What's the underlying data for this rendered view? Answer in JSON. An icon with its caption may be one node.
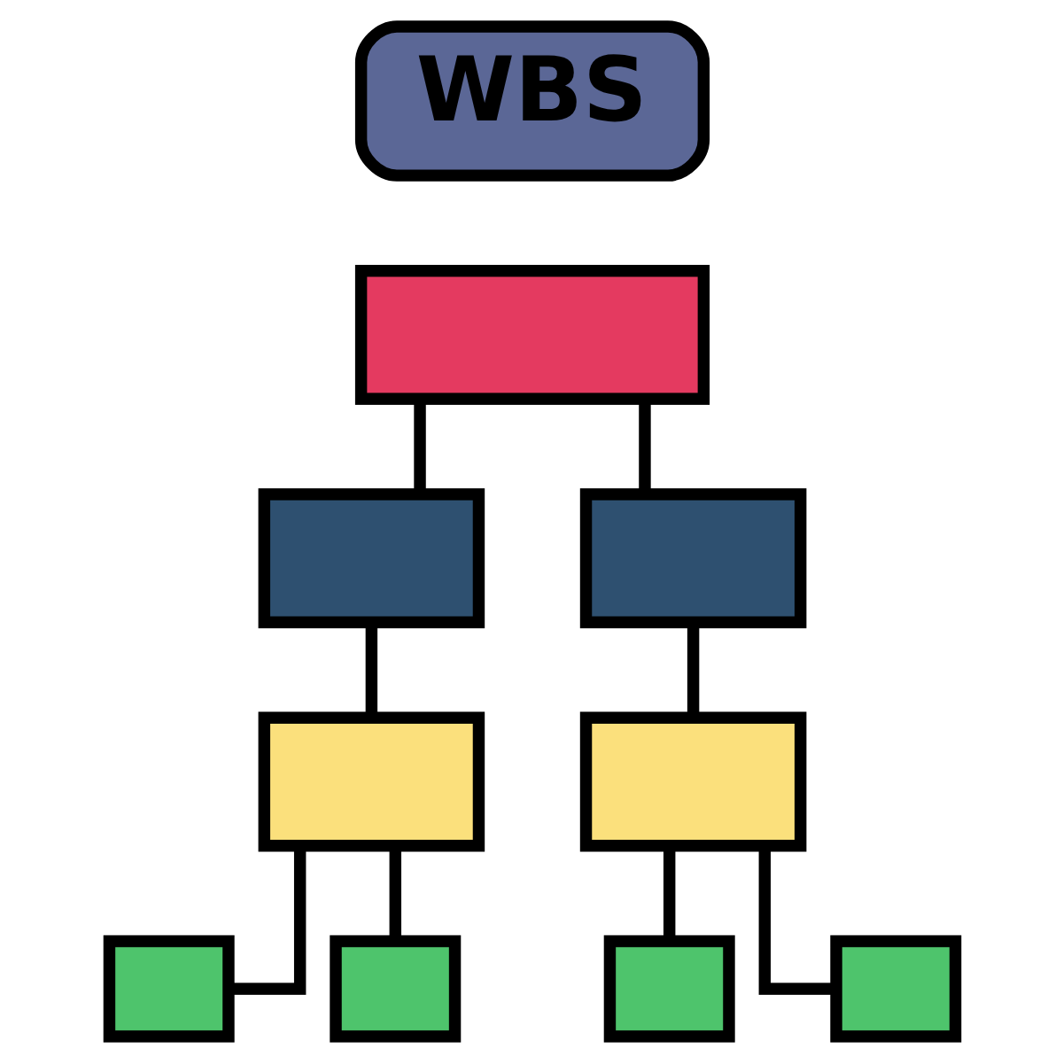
{
  "diagram": {
    "nodes": [
      {
        "text": [
          "WBS"
        ]
      },
      {
        "text": [],
        "shape": "box"
      },
      {
        "text": [],
        "shape": "box"
      },
      {
        "text": [],
        "shape": "box"
      },
      {
        "text": [],
        "shape": "box"
      },
      {
        "text": [],
        "shape": "box"
      },
      {
        "text": [],
        "shape": "box"
      },
      {
        "text": [],
        "shape": "box"
      },
      {
        "text": [],
        "shape": "box"
      },
      {
        "text": [],
        "shape": "box"
      }
    ],
    "edges": [
      {
        "from": 1,
        "to": 2,
        "arrow": "none"
      },
      {
        "from": 1,
        "to": 3,
        "arrow": "none"
      },
      {
        "from": 2,
        "to": 4,
        "arrow": "none"
      },
      {
        "from": 3,
        "to": 5,
        "arrow": "none"
      },
      {
        "from": 4,
        "to": 6,
        "arrow": "none"
      },
      {
        "from": 4,
        "to": 7,
        "arrow": "none"
      },
      {
        "from": 5,
        "to": 8,
        "arrow": "none"
      },
      {
        "from": 5,
        "to": 9,
        "arrow": "none"
      }
    ]
  }
}
